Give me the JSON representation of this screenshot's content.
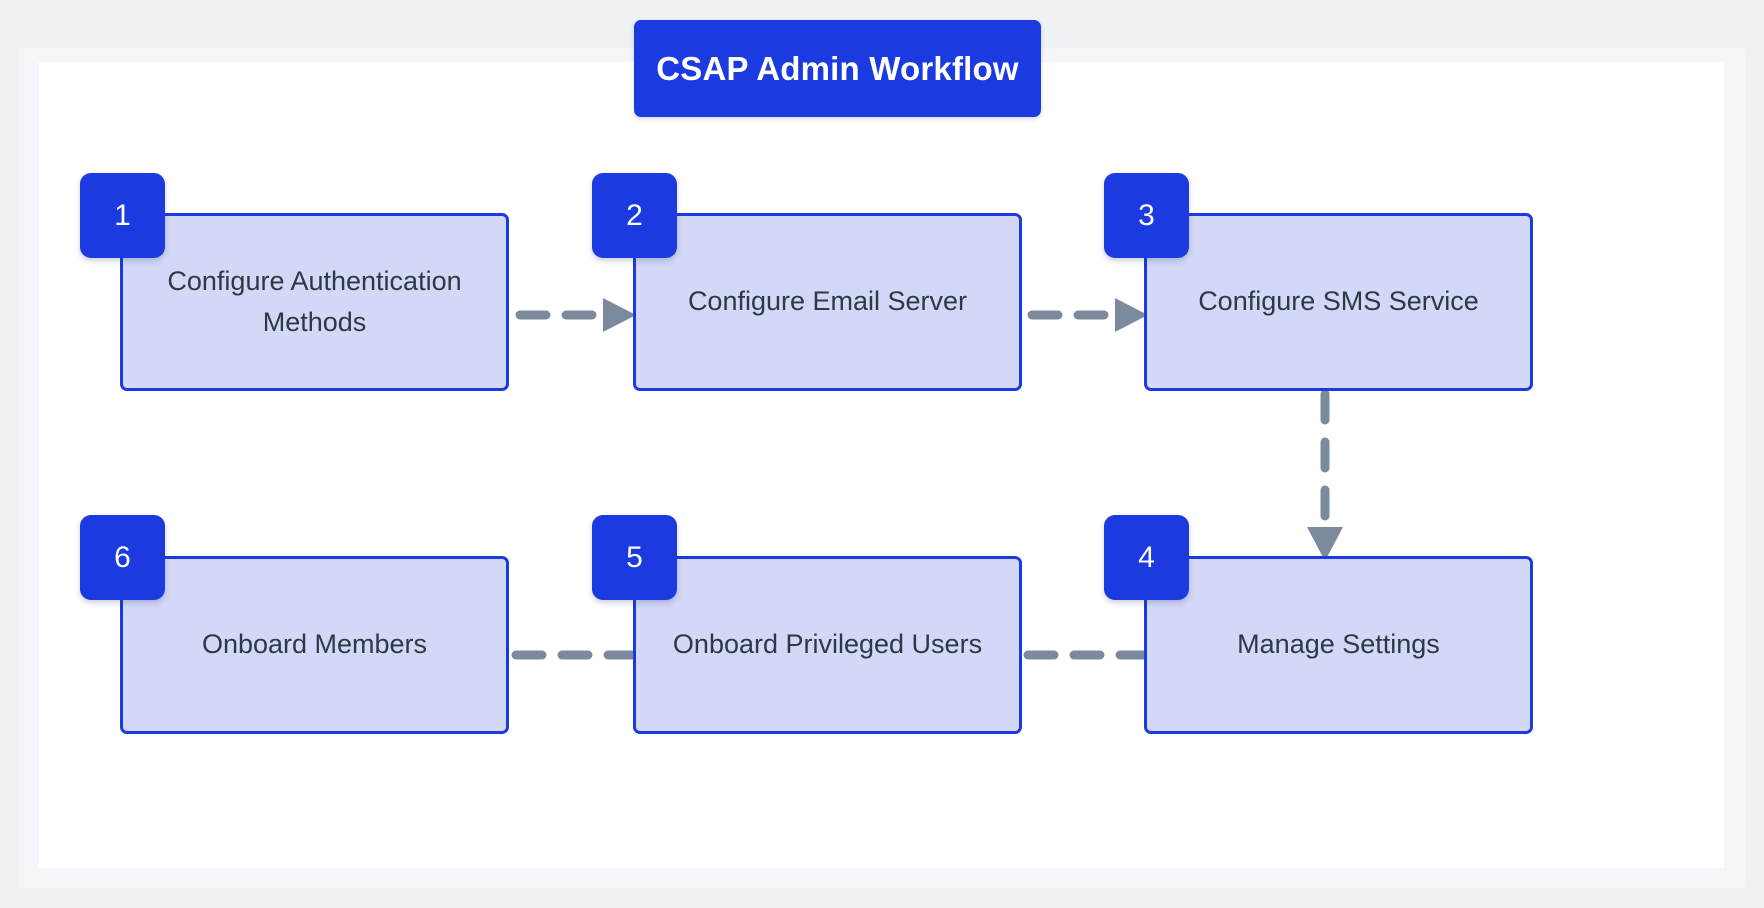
{
  "diagram": {
    "title": "CSAP Admin Workflow",
    "colors": {
      "accent": "#1b3ae0",
      "node_fill": "#d2d8f5",
      "node_border": "#1b3ae0",
      "node_text": "#2c3a47",
      "arrow": "#7c8a9e",
      "page_background": "#eff2f5",
      "panel_background": "#f5f6fa",
      "canvas_background": "#ffffff",
      "badge_text": "#ffffff"
    },
    "nodes": [
      {
        "number": "1",
        "label": "Configure Authentication Methods"
      },
      {
        "number": "2",
        "label": "Configure Email Server"
      },
      {
        "number": "3",
        "label": "Configure SMS Service"
      },
      {
        "number": "4",
        "label": "Manage Settings"
      },
      {
        "number": "5",
        "label": "Onboard Privileged Users"
      },
      {
        "number": "6",
        "label": "Onboard Members"
      }
    ],
    "connectors": [
      {
        "from": "1",
        "to": "2",
        "direction": "right",
        "style": "dashed"
      },
      {
        "from": "2",
        "to": "3",
        "direction": "right",
        "style": "dashed"
      },
      {
        "from": "3",
        "to": "4",
        "direction": "down",
        "style": "dashed"
      },
      {
        "from": "4",
        "to": "5",
        "direction": "left",
        "style": "dashed"
      },
      {
        "from": "5",
        "to": "6",
        "direction": "left",
        "style": "dashed"
      }
    ]
  },
  "chart_data": {
    "type": "diagram",
    "title": "CSAP Admin Workflow",
    "steps": [
      "Configure Authentication Methods",
      "Configure Email Server",
      "Configure SMS Service",
      "Manage Settings",
      "Onboard Privileged Users",
      "Onboard Members"
    ],
    "edges": [
      [
        "Configure Authentication Methods",
        "Configure Email Server"
      ],
      [
        "Configure Email Server",
        "Configure SMS Service"
      ],
      [
        "Configure SMS Service",
        "Manage Settings"
      ],
      [
        "Manage Settings",
        "Onboard Privileged Users"
      ],
      [
        "Onboard Privileged Users",
        "Onboard Members"
      ]
    ]
  }
}
